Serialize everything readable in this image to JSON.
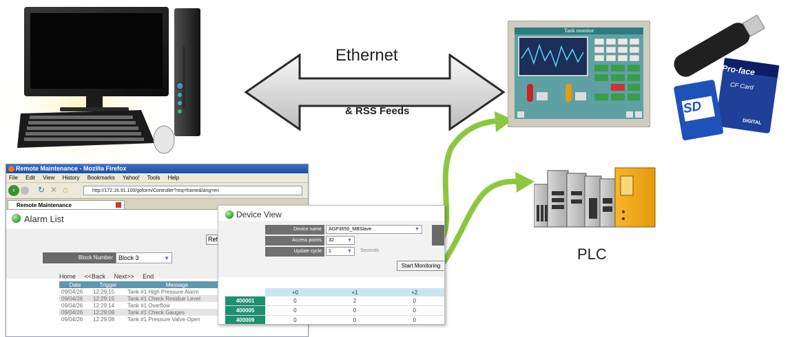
{
  "diagram": {
    "ethernet_label": "Ethernet",
    "rss_label": "& RSS Feeds",
    "plc_label": "PLC"
  },
  "hmi": {
    "screen_title": "Tank monitor"
  },
  "storage": {
    "sd_label": "SD",
    "cf_brand": "Pro-face",
    "cf_label": "CF Card",
    "cf_digital": "DIGITAL"
  },
  "browser": {
    "title": "Remote Maintenance - Mozilla Firefox",
    "menu": [
      "File",
      "Edit",
      "View",
      "History",
      "Bookmarks",
      "Yahoo!",
      "Tools",
      "Help"
    ],
    "url": "http://172.16.91.100/goform/Controller?req=frame&lang=en",
    "tab_label": "Remote Maintenance"
  },
  "alarm_list": {
    "title": "Alarm List",
    "refresh_fragment": "Ref",
    "block_label": "Block Number",
    "block_value": "Block 3",
    "nav": [
      "Home",
      "<<Back",
      "Next>>",
      "End"
    ],
    "columns": [
      "Date",
      "Trigger",
      "Message"
    ],
    "rows": [
      [
        "09/04/26",
        "12:29:15",
        "Tank #1 High Pressure Alarm"
      ],
      [
        "09/04/26",
        "12:29:15",
        "Tank #1 Check Residue Level"
      ],
      [
        "09/04/26",
        "12:29:14",
        "Tank #1 Overflow"
      ],
      [
        "09/04/26",
        "12:29:08",
        "Tank #1 Check Gauges"
      ],
      [
        "09/04/26",
        "12:29:08",
        "Tank #1 Pressure Valve Open"
      ]
    ]
  },
  "device_view": {
    "title": "Device View",
    "device_name_label": "Device name",
    "device_name_value": "AGP3650_MBSlave",
    "access_points_label": "Access points",
    "access_points_value": "32",
    "update_cycle_label": "Update cycle",
    "update_cycle_value": "1",
    "update_cycle_unit": "Seconds",
    "start_button": "Start Monitoring",
    "columns": [
      "+0",
      "+1",
      "+2"
    ],
    "rows": [
      {
        "addr": "400001",
        "v0": "0",
        "v1": "2",
        "v2": "0"
      },
      {
        "addr": "400005",
        "v0": "0",
        "v1": "0",
        "v2": "0"
      },
      {
        "addr": "400009",
        "v0": "0",
        "v1": "0",
        "v2": "0"
      }
    ]
  }
}
